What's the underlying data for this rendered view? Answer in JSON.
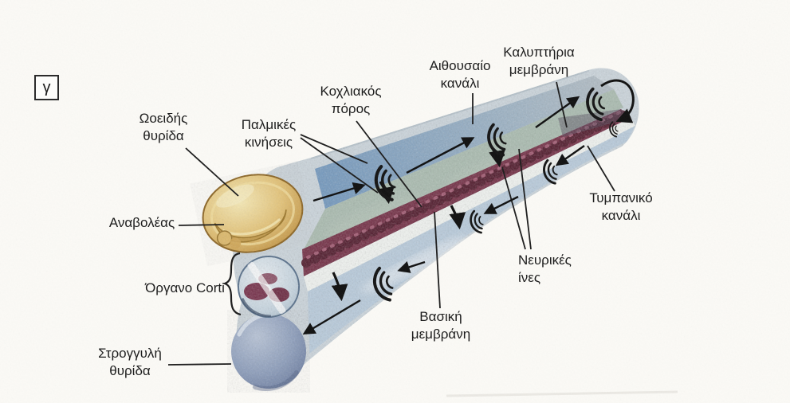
{
  "figure": {
    "panel_letter": "γ"
  },
  "labels": {
    "oval_window": [
      "Ωοειδής",
      "θυρίδα"
    ],
    "stapes": [
      "Αναβολέας"
    ],
    "organ_of_corti": [
      "Όργανο Corti"
    ],
    "round_window": [
      "Στρογγυλή",
      "θυρίδα"
    ],
    "pulse_movements": [
      "Παλμικές",
      "κινήσεις"
    ],
    "cochlear_duct": [
      "Κοχλιακός",
      "πόρος"
    ],
    "vestibular_canal": [
      "Αιθουσαίο",
      "κανάλι"
    ],
    "tectorial_membrane": [
      "Καλυπτήρια",
      "μεμβράνη"
    ],
    "tympanic_canal": [
      "Τυμπανικό",
      "κανάλι"
    ],
    "nerve_fibers": [
      "Νευρικές",
      "ίνες"
    ],
    "basilar_membrane": [
      "Βασική",
      "μεμβράνη"
    ]
  },
  "icons": {
    "sound_wave": "triple-arc",
    "flow_arrow": "solid-black-arrow",
    "apex_turn": "curved-arrow",
    "corti_brace": "{"
  },
  "colors": {
    "paper": "#fbfaf6",
    "tube_wall": "#cbd5dc",
    "vestibular_fluid": "#85a7c6",
    "duct_outer_band": "#9db2a0",
    "cochlear_duct": "#712b42",
    "bead_dark": "#4e1628",
    "bead_highlight": "#a65d75",
    "white_band": "#f1f4f1",
    "tympanic_fluid": "#b6cadb",
    "stapes_gold": "#d9ae62",
    "stapes_gold_light": "#f3e4ae",
    "round_window": "#8296b4",
    "ink": "#1c1c1c"
  }
}
